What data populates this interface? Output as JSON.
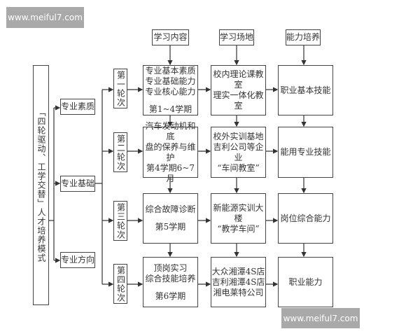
{
  "watermark": "www.meiful7.com",
  "title": "「四轮驱动、工学交替」人才培养模式",
  "categories": [
    "专业素质",
    "专业基础",
    "专业方向"
  ],
  "headers": [
    "学习内容",
    "学习场地",
    "能力培养"
  ],
  "rounds": [
    "第一轮次",
    "第二轮次",
    "第三轮次",
    "第四轮次"
  ],
  "content": [
    {
      "lines": [
        "专业基本素质",
        "专业基础能力",
        "专业核心能力"
      ],
      "term": "第1~4学期"
    },
    {
      "lines": [
        "汽车发动机和底",
        "盘的保养与维护"
      ],
      "term": "第4学期6~7月"
    },
    {
      "lines": [
        "综合故障诊断"
      ],
      "term": "第5学期"
    },
    {
      "lines": [
        "顶岗实习",
        "综合技能培养"
      ],
      "term": "第6学期"
    }
  ],
  "venues": [
    [
      "校内理论课教室",
      "理实一体化教室"
    ],
    [
      "校外实训基地",
      "吉利公司等企业",
      "“车间教室”"
    ],
    [
      "新能源实训大楼",
      "“教学车间”"
    ],
    [
      "大众湘潭4S店",
      "吉利湘潭4S店",
      "湘电莱特公司"
    ]
  ],
  "abilities": [
    "职业基本技能",
    "能用专业技能",
    "岗位综合能力",
    "职业能力"
  ]
}
